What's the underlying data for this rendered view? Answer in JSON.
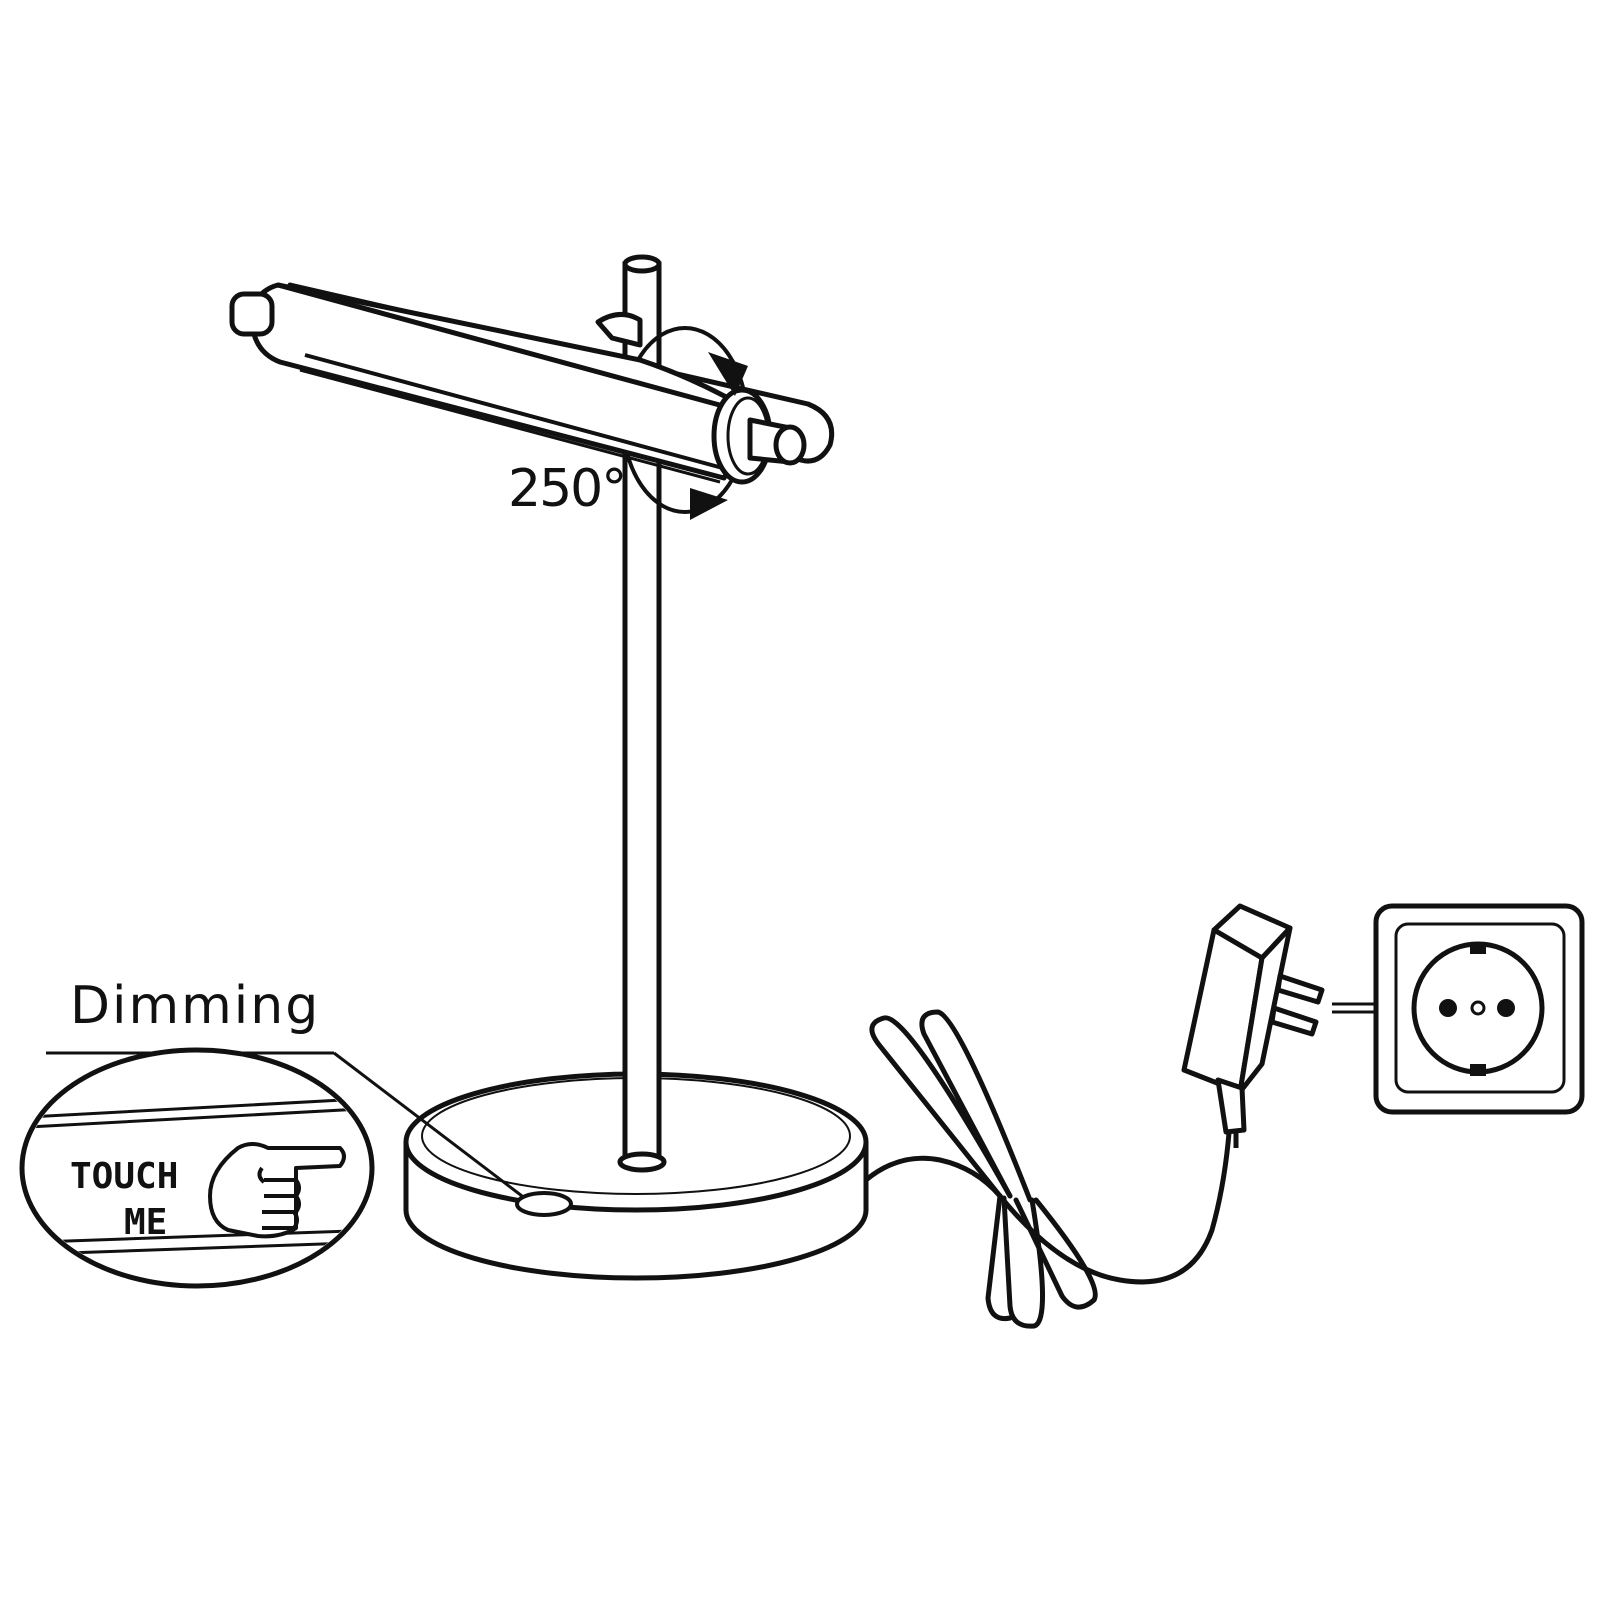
{
  "diagram": {
    "rotation_angle": "250°",
    "dimming_label": "Dimming",
    "touch_line1": "TOUCH",
    "touch_line2": "ME",
    "line_color": "#111111",
    "background_color": "#ffffff"
  }
}
